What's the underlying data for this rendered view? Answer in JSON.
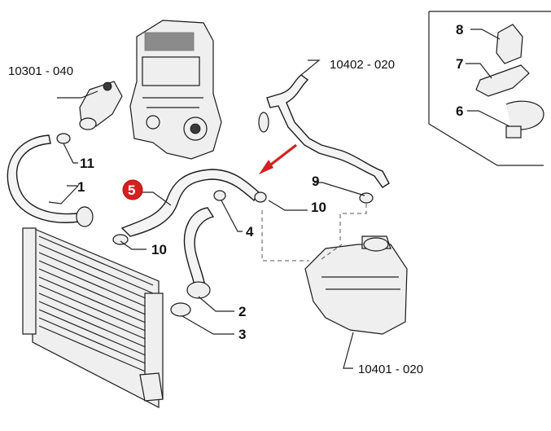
{
  "callouts": {
    "c1": "1",
    "c2": "2",
    "c3": "3",
    "c4": "4",
    "c5": "5",
    "c6": "6",
    "c7": "7",
    "c8": "8",
    "c9": "9",
    "c10a": "10",
    "c10b": "10",
    "c11": "11"
  },
  "references": {
    "thermostat": "10301 - 040",
    "pipe": "10402 - 020",
    "tank": "10401 - 020"
  },
  "colors": {
    "highlight": "#d42020",
    "arrow": "#d42020",
    "line": "#222222"
  }
}
